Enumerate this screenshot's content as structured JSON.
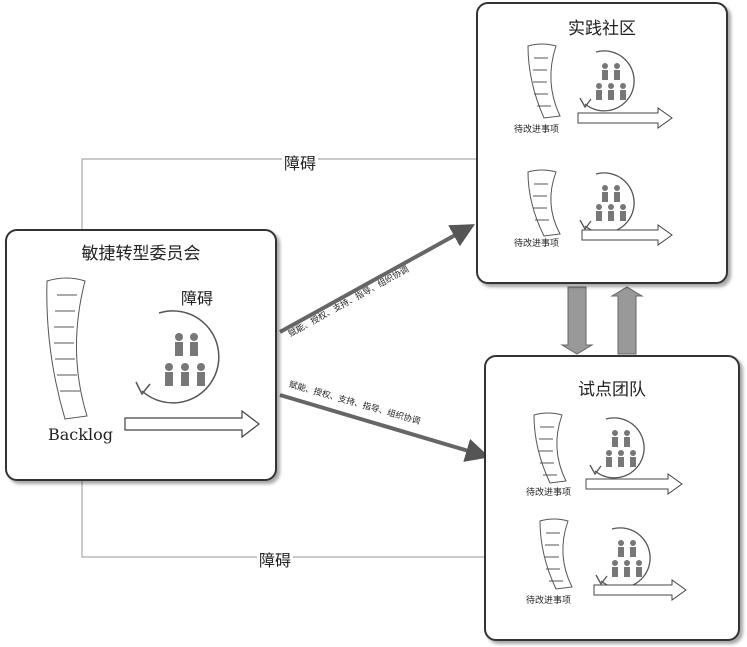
{
  "committee": {
    "title": "敏捷转型委员会",
    "obstacle": "障碍",
    "backlog": "Backlog"
  },
  "community": {
    "title": "实践社区",
    "item1": "待改进事项",
    "item2": "待改进事项"
  },
  "pilot": {
    "title": "试点团队",
    "item1": "待改进事项",
    "item2": "待改进事项"
  },
  "arrows": {
    "top_label": "赋能、授权、支持、指导、组织协调",
    "bottom_label": "赋能、授权、支持、指导、组织协调"
  },
  "feedback": {
    "top": "障碍",
    "bottom": "障碍"
  }
}
